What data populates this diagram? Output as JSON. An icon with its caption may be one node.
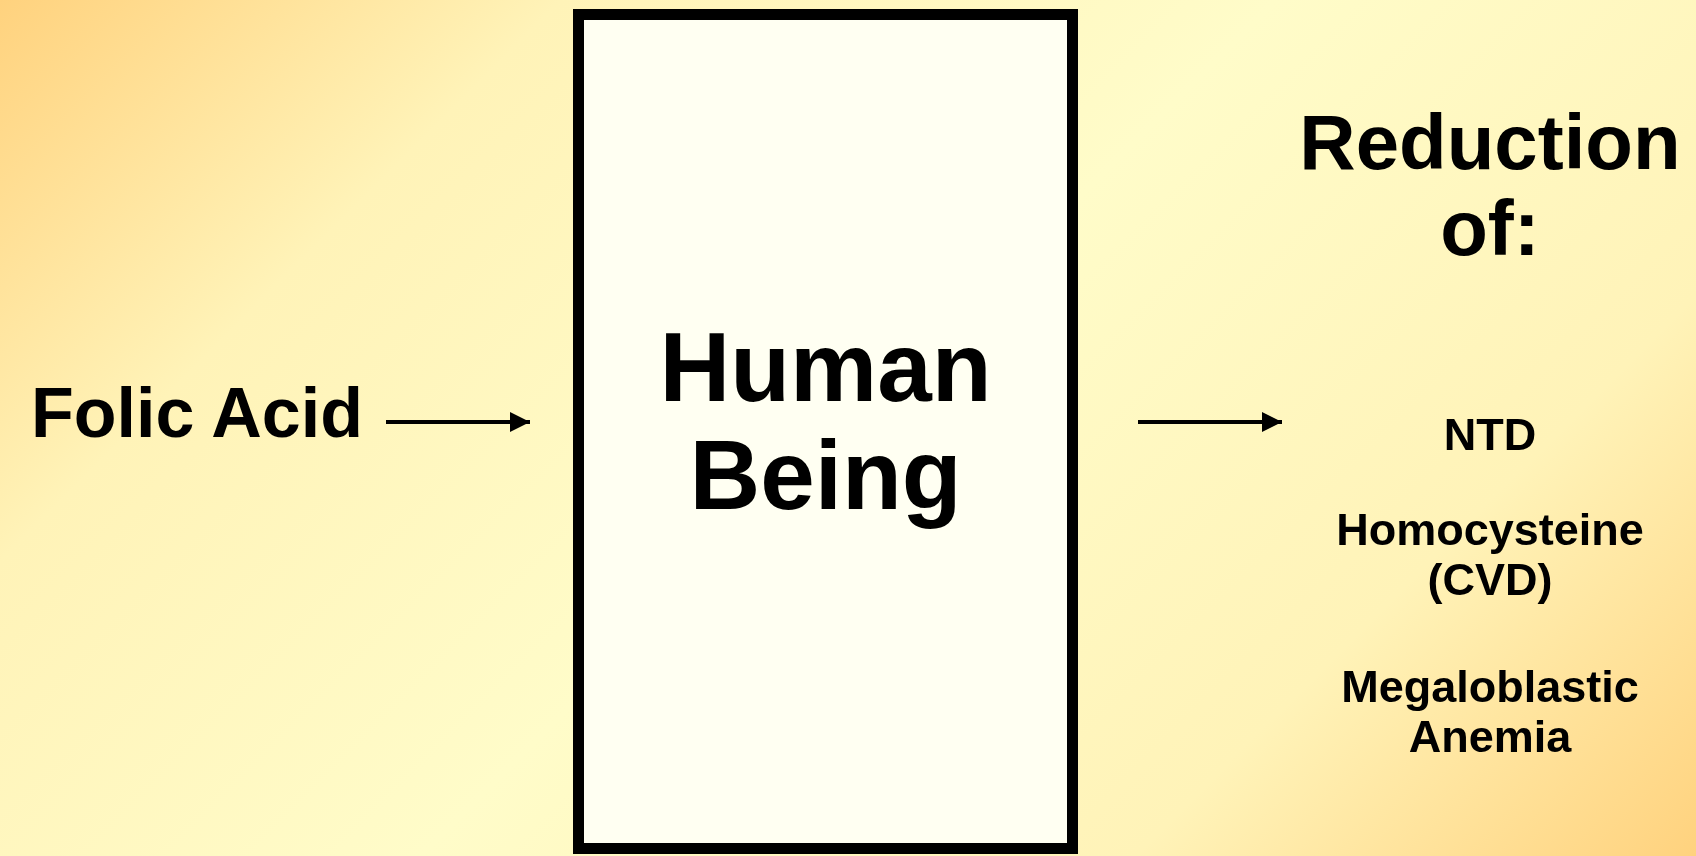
{
  "diagram": {
    "nodes": [
      {
        "text": [
          "Folic Acid"
        ]
      },
      {
        "text": [
          "Human Being"
        ]
      },
      {
        "text": [
          "Reduction of:",
          "NTD",
          "Homocysteine (CVD)",
          "Megaloblastic Anemia"
        ]
      }
    ],
    "edges": [
      {
        "from": 0,
        "to": 1,
        "arrow": "to"
      },
      {
        "from": 1,
        "to": 2,
        "arrow": "to"
      }
    ]
  }
}
